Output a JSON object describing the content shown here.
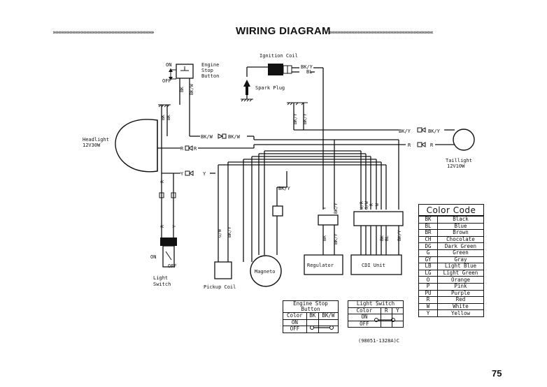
{
  "header": {
    "title": "WIRING DIAGRAM",
    "left_ornament": "»»»»»»»»»»»»»»»»»»»»»»»»»»»»»»»»»»»»",
    "right_ornament": "«««««««««««««««««««««««««««««««««««««"
  },
  "components": {
    "ignition_coil": "Ignition Coil",
    "spark_plug": "Spark Plug",
    "engine_stop_button": [
      "Engine",
      "Stop",
      "Button"
    ],
    "headlight": [
      "Headlight",
      "12V30W"
    ],
    "taillight": [
      "Taillight",
      "12V10W"
    ],
    "light_switch": [
      "Light",
      "Switch"
    ],
    "pickup_coil": "Pickup Coil",
    "magneto": "Magneto",
    "regulator": "Regulator",
    "cdi_unit": "CDI Unit"
  },
  "switch_states": {
    "on": "ON",
    "off": "OFF"
  },
  "wire_labels": {
    "stop_bk": "BK",
    "stop_bkw": "BK/W",
    "coil_bky": "BK/Y",
    "coil_bl": "BL",
    "mid_bkw": "BK/W",
    "mid_bkw2": "BK/W",
    "head_r1": "R",
    "head_r2": "R",
    "tail_bky1": "BK/Y",
    "tail_bky2": "BK/Y",
    "tail_r1": "R",
    "tail_r2": "R",
    "ls_y1": "Y",
    "ls_y2": "Y",
    "ls_r": "R",
    "ls_r2": "R",
    "ls_y3": "Y",
    "plug_bky": "BK/Y",
    "plug_bky2": "BK/Y",
    "gw": "G/W",
    "bkr": "BK/Y",
    "mag_bk": "BK/Y",
    "reg_y": "Y",
    "reg_bky": "BK/Y",
    "reg_br": "BR",
    "reg_bky2": "BK/Y",
    "cdi_wr": "W/R",
    "cdi_gw": "G/W",
    "cdi_r": "R",
    "cdi_w": "W",
    "cdi_bk": "BK",
    "cdi_bl": "BL",
    "cdi_bky": "BK/Y"
  },
  "engine_stop_table": {
    "title": "Engine Stop Button",
    "headers": [
      "Color",
      "BK",
      "BK/W"
    ],
    "rows": [
      [
        "ON",
        "",
        ""
      ],
      [
        "OFF",
        "",
        ""
      ]
    ]
  },
  "light_switch_table": {
    "title": "Light Switch",
    "headers": [
      "Color",
      "R",
      "Y"
    ],
    "rows": [
      [
        "ON",
        "",
        ""
      ],
      [
        "OFF",
        "",
        ""
      ]
    ]
  },
  "part_number": "(98051-1328A)C",
  "color_code": {
    "title": "Color Code",
    "rows": [
      [
        "BK",
        "Black"
      ],
      [
        "BL",
        "Blue"
      ],
      [
        "BR",
        "Brown"
      ],
      [
        "CH",
        "Chocolate"
      ],
      [
        "DG",
        "Dark Green"
      ],
      [
        "G",
        "Green"
      ],
      [
        "GY",
        "Gray"
      ],
      [
        "LB",
        "Light Blue"
      ],
      [
        "LG",
        "Light Green"
      ],
      [
        "O",
        "Orange"
      ],
      [
        "P",
        "Pink"
      ],
      [
        "PU",
        "Purple"
      ],
      [
        "R",
        "Red"
      ],
      [
        "W",
        "White"
      ],
      [
        "Y",
        "Yellow"
      ]
    ]
  },
  "page_number": "75"
}
